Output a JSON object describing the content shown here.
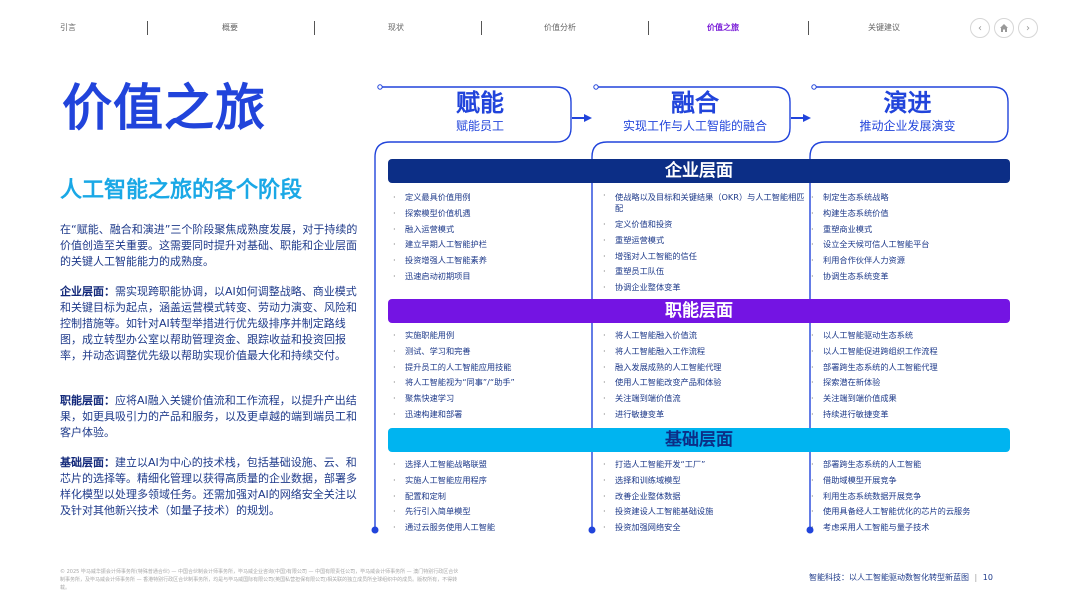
{
  "nav": {
    "items": [
      {
        "label": "引言",
        "active": false
      },
      {
        "label": "概要",
        "active": false
      },
      {
        "label": "现状",
        "active": false
      },
      {
        "label": "价值分析",
        "active": false
      },
      {
        "label": "价值之旅",
        "active": true
      },
      {
        "label": "关键建议",
        "active": false
      }
    ],
    "buttons": {
      "prev": "‹",
      "home": "⌂",
      "next": "›"
    },
    "active_color": "#7b1fd8"
  },
  "page": {
    "title": "价值之旅",
    "subtitle": "人工智能之旅的各个阶段",
    "intro": "在“赋能、融合和演进”三个阶段聚焦成熟度发展，对于持续的价值创造至关重要。这需要同时提升对基础、职能和企业层面的关键人工智能能力的成熟度。",
    "sections": [
      {
        "heading": "企业层面：",
        "text": "需实现跨职能协调，以AI如何调整战略、商业模式和关键目标为起点，涵盖运营模式转变、劳动力演变、风险和控制措施等。如针对AI转型举措进行优先级排序并制定路线图，成立转型办公室以帮助管理资金、跟踪收益和投资回报率，并动态调整优先级以帮助实现价值最大化和持续交付。"
      },
      {
        "heading": "职能层面：",
        "text": "应将AI融入关键价值流和工作流程，以提升产出结果，如更具吸引力的产品和服务，以及更卓越的端到端员工和客户体验。"
      },
      {
        "heading": "基础层面：",
        "text": "建立以AI为中心的技术栈，包括基础设施、云、和芯片的选择等。精细化管理以获得高质量的企业数据，部署多样化模型以处理多领域任务。还需加强对AI的网络安全关注以及针对其他新兴技术（如量子技术）的规划。"
      }
    ]
  },
  "stages": [
    {
      "title": "赋能",
      "subtitle": "赋能员工"
    },
    {
      "title": "融合",
      "subtitle": "实现工作与人工智能的融合"
    },
    {
      "title": "演进",
      "subtitle": "推动企业发展演变"
    }
  ],
  "levels": {
    "enterprise": {
      "label": "企业层面",
      "color": "#0c2e86",
      "columns": [
        [
          "定义最具价值用例",
          "探索模型价值机遇",
          "融入运营模式",
          "建立早期人工智能护栏",
          "投资增强人工智能素养",
          "迅速启动初期项目"
        ],
        [
          "使战略以及目标和关键结果（OKR）与人工智能相匹配",
          "定义价值和投资",
          "重塑运营模式",
          "增强对人工智能的信任",
          "重塑员工队伍",
          "协调企业整体变革"
        ],
        [
          "制定生态系统战略",
          "构建生态系统价值",
          "重塑商业模式",
          "设立全天候可信人工智能平台",
          "利用合作伙伴人力资源",
          "协调生态系统变革"
        ]
      ]
    },
    "function": {
      "label": "职能层面",
      "color": "#7414e3",
      "columns": [
        [
          "实施职能用例",
          "测试、学习和完善",
          "提升员工的人工智能应用技能",
          "将人工智能视为“同事”/“助手”",
          "聚焦快速学习",
          "迅速构建和部署"
        ],
        [
          "将人工智能融入价值流",
          "将人工智能融入工作流程",
          "融入发展成熟的人工智能代理",
          "使用人工智能改变产品和体验",
          "关注端到端价值流",
          "进行敏捷变革"
        ],
        [
          "以人工智能驱动生态系统",
          "以人工智能促进跨组织工作流程",
          "部署跨生态系统的人工智能代理",
          "探索潜在新体验",
          "关注端到端价值成果",
          "持续进行敏捷变革"
        ]
      ]
    },
    "foundation": {
      "label": "基础层面",
      "color": "#00b4f0",
      "columns": [
        [
          "选择人工智能战略联盟",
          "实施人工智能应用程序",
          "配置和定制",
          "先行引入简单模型",
          "通过云服务使用人工智能"
        ],
        [
          "打造人工智能开发“工厂”",
          "选择和训练域模型",
          "改善企业整体数据",
          "投资建设人工智能基础设施",
          "投资加强网络安全"
        ],
        [
          "部署跨生态系统的人工智能",
          "借助域模型开展竞争",
          "利用生态系统数据开展竞争",
          "使用具备经人工智能优化的芯片的云服务",
          "考虑采用人工智能与量子技术"
        ]
      ]
    }
  },
  "colors": {
    "primary_blue": "#2144db",
    "cyan": "#1aa8e6",
    "navy": "#0c2e86",
    "purple": "#7414e3",
    "sky": "#00b4f0"
  },
  "footer": {
    "legal": "© 2025 毕马威华振会计师事务所(特殊普通合伙) — 中国合伙制会计师事务所，毕马威企业咨询(中国)有限公司 — 中国有限责任公司，毕马威会计师事务所 — 澳门特别行政区合伙制事务所，及毕马威会计师事务所 — 香港特别行政区合伙制事务所，均是与毕马威国际有限公司(英国私营担保有限公司)相关联的独立成员所全球组织中的成员。版权所有，不得转载。",
    "doc_title": "智能科技：以人工智能驱动数智化转型新蓝图",
    "page_number": "10"
  }
}
